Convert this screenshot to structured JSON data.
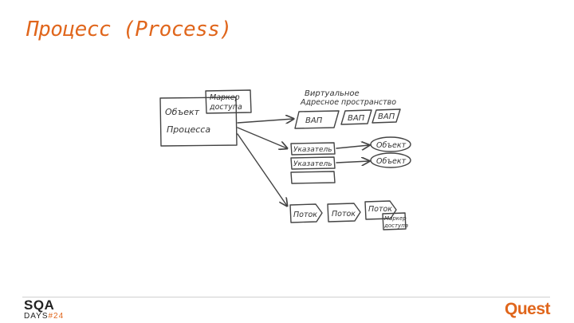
{
  "slide": {
    "title": "Процесс (Process)",
    "accent_color": "#e0661c"
  },
  "diagram": {
    "process_object": {
      "line1": "Объект",
      "line2": "Процесса"
    },
    "access_marker": {
      "line1": "Маркер",
      "line2": "доступа"
    },
    "address_space": {
      "line1": "Виртуальное",
      "line2": "Адресное пространство"
    },
    "vad_blocks": [
      "ВАП",
      "ВАП",
      "ВАП"
    ],
    "pointers": [
      "Указатель",
      "Указатель",
      ""
    ],
    "objects": [
      "Объект",
      "Объект"
    ],
    "threads": [
      "Поток",
      "Поток",
      "Поток"
    ],
    "thread_marker": {
      "line1": "Маркер",
      "line2": "доступа"
    }
  },
  "footer": {
    "sqa_top": "SQA",
    "sqa_bottom_prefix": "DAYS",
    "sqa_bottom_num": "#24",
    "quest_logo": "Quest"
  }
}
